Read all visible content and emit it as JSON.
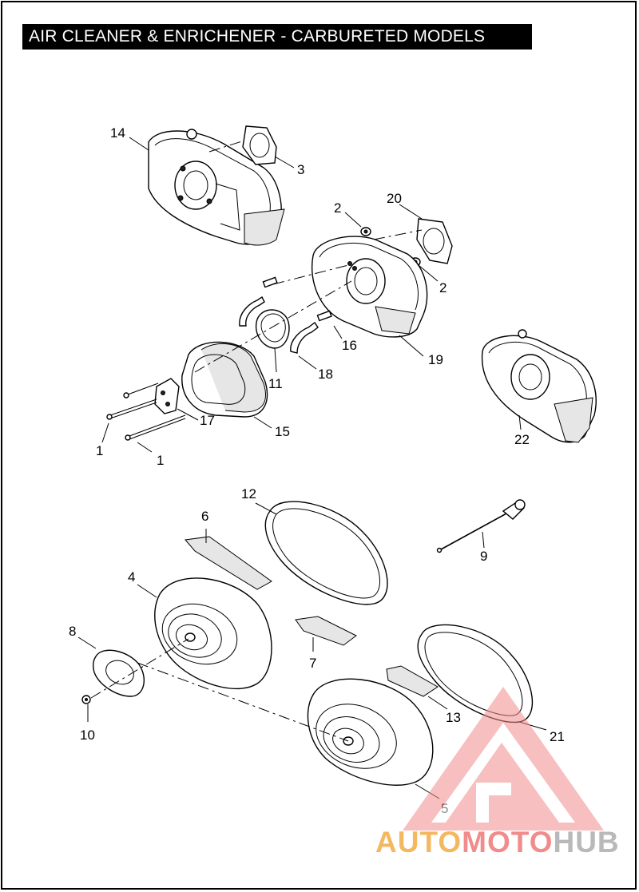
{
  "title": "AIR CLEANER & ENRICHENER - CARBURETED MODELS",
  "callouts": {
    "c1a": "1",
    "c1b": "1",
    "c2a": "2",
    "c2b": "2",
    "c3": "3",
    "c4": "4",
    "c5": "5",
    "c6": "6",
    "c7": "7",
    "c8": "8",
    "c9": "9",
    "c10": "10",
    "c11": "11",
    "c12": "12",
    "c13": "13",
    "c14": "14",
    "c15": "15",
    "c16": "16",
    "c17": "17",
    "c18": "18",
    "c19": "19",
    "c20": "20",
    "c21": "21",
    "c22": "22"
  },
  "watermark": {
    "part1": "AUTO",
    "part2": "MOTO",
    "part3": "HUB"
  }
}
